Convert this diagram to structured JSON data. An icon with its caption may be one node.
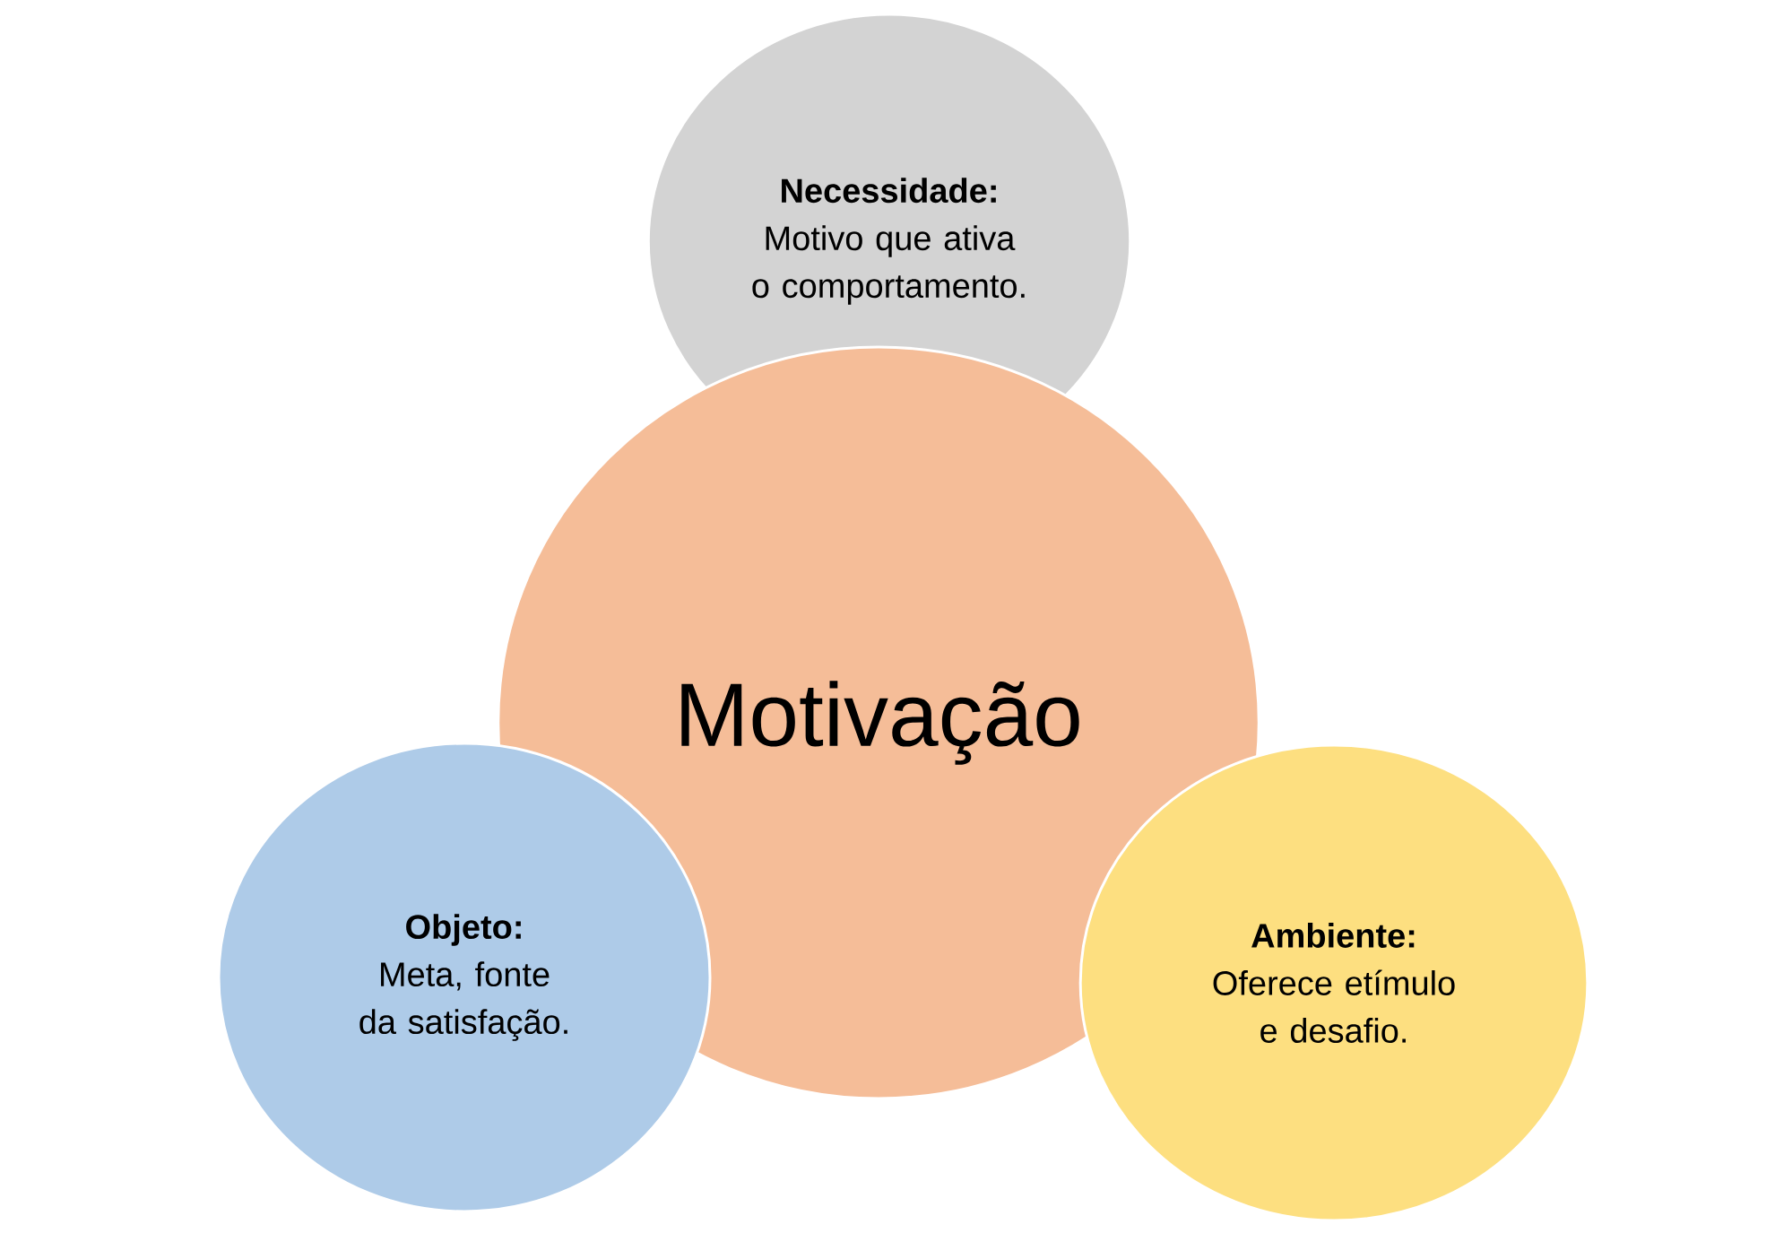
{
  "diagram": {
    "nodes": [
      {
        "text": [
          "Necessidade:",
          "Motivo que ativa o comportamento."
        ]
      },
      {
        "text": [
          "Motivação"
        ]
      },
      {
        "text": [
          "Objeto:",
          "Meta, fonte da satisfação."
        ]
      },
      {
        "text": [
          "Ambiente:",
          "Oferece etímulo e desafio."
        ]
      }
    ]
  }
}
